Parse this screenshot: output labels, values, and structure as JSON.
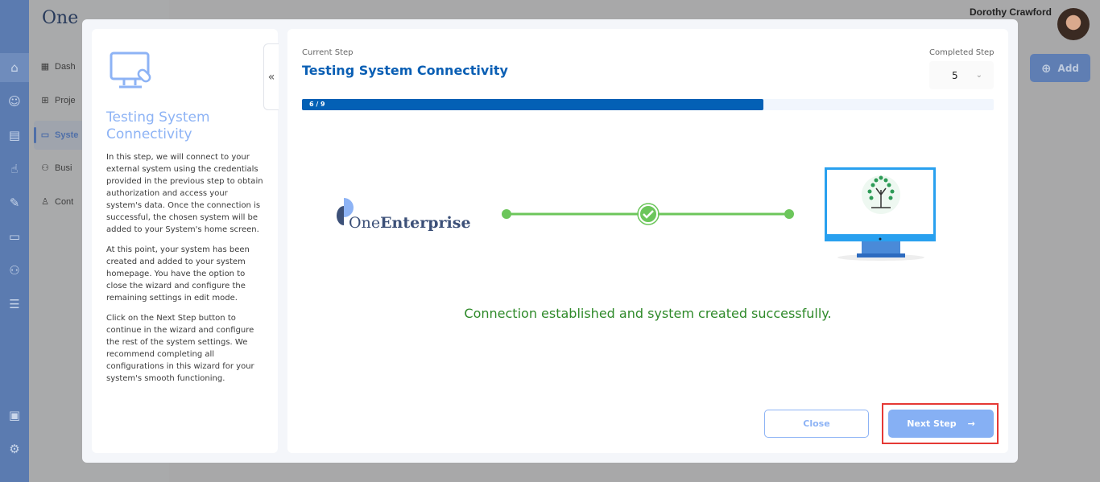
{
  "app": {
    "logo_text": "One",
    "user_name": "Dorothy Crawford",
    "add_label": "Add"
  },
  "nav": {
    "items": [
      "Dash",
      "Proje",
      "Syste",
      "Busi",
      "Cont"
    ]
  },
  "rail_icons": [
    "home-icon",
    "users-icon",
    "store-icon",
    "touch-icon",
    "tools-icon",
    "monitor-chart-icon",
    "people-icon",
    "server-icon",
    "screen-grid-icon",
    "gear-icon"
  ],
  "wizard": {
    "side_title": "Testing System Connectivity",
    "side_paragraphs": [
      "In this step, we will connect to your external system using the credentials provided in the previous step to obtain authorization and access your system's data. Once the connection is successful, the chosen system will be added to your System's home screen.",
      "At this point, your system has been created and added to your system homepage. You have the option to close the wizard and configure the remaining settings in edit mode.",
      "Click on the Next Step button to continue in the wizard and configure the rest of the system settings. We recommend completing all configurations in this wizard for your system's smooth functioning."
    ],
    "current_step_label": "Current Step",
    "current_step_title": "Testing System Connectivity",
    "completed_step_label": "Completed Step",
    "completed_step_value": "5",
    "progress_text": "6 / 9",
    "progress_fraction": 0.667,
    "brand_one": "One",
    "brand_enterprise": "Enterprise",
    "success_message": "Connection established and system created successfully.",
    "close_label": "Close",
    "next_label": "Next Step"
  }
}
